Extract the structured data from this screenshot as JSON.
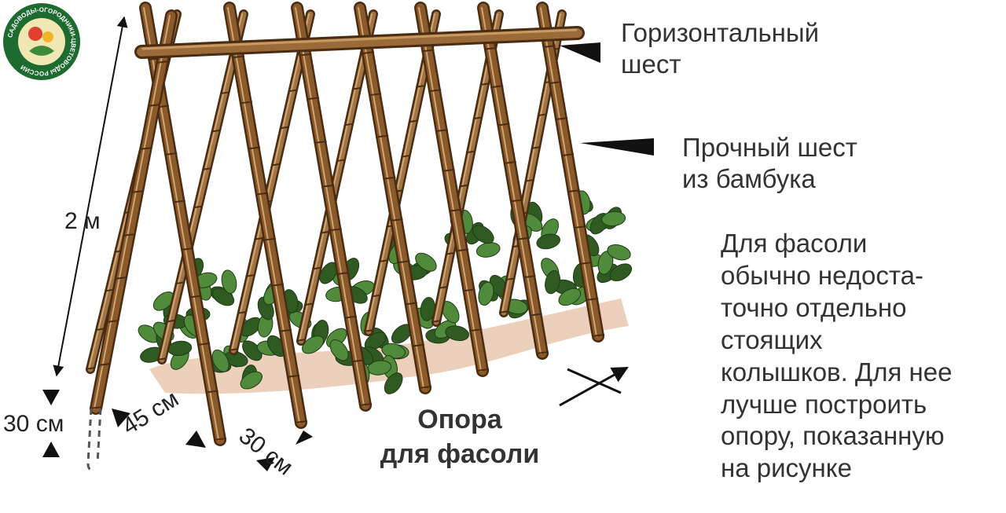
{
  "logo": {
    "text": "САДОВОДЫ-ОГОРОДНИКИ-ЦВЕТОВОДЫ РОССИИ",
    "colors": {
      "ring": "#1d6b2f",
      "inner": "#f1e7b4"
    }
  },
  "labels": {
    "horizontal_pole": "Горизонтальный\nшест",
    "bamboo_pole": "Прочный шест\nиз бамбука",
    "note": "Для фасоли\nобычно недоста-\nточно отдельно\nстоящих\nколышков. Для нее\nлучше построить\nопору, показанную\nна рисунке",
    "caption": "Опора\nдля фасоли"
  },
  "dimensions": {
    "height": "2 м",
    "depth": "30 см",
    "base_spacing": "45 см",
    "pole_spacing": "30 см"
  },
  "colors": {
    "pole": "#8a5a2b",
    "pole_dark": "#4a2c12",
    "leaf": "#4f8b3a",
    "leaf_dark": "#2f5a22",
    "soil": "#e6c2a8",
    "arrow": "#111111"
  }
}
